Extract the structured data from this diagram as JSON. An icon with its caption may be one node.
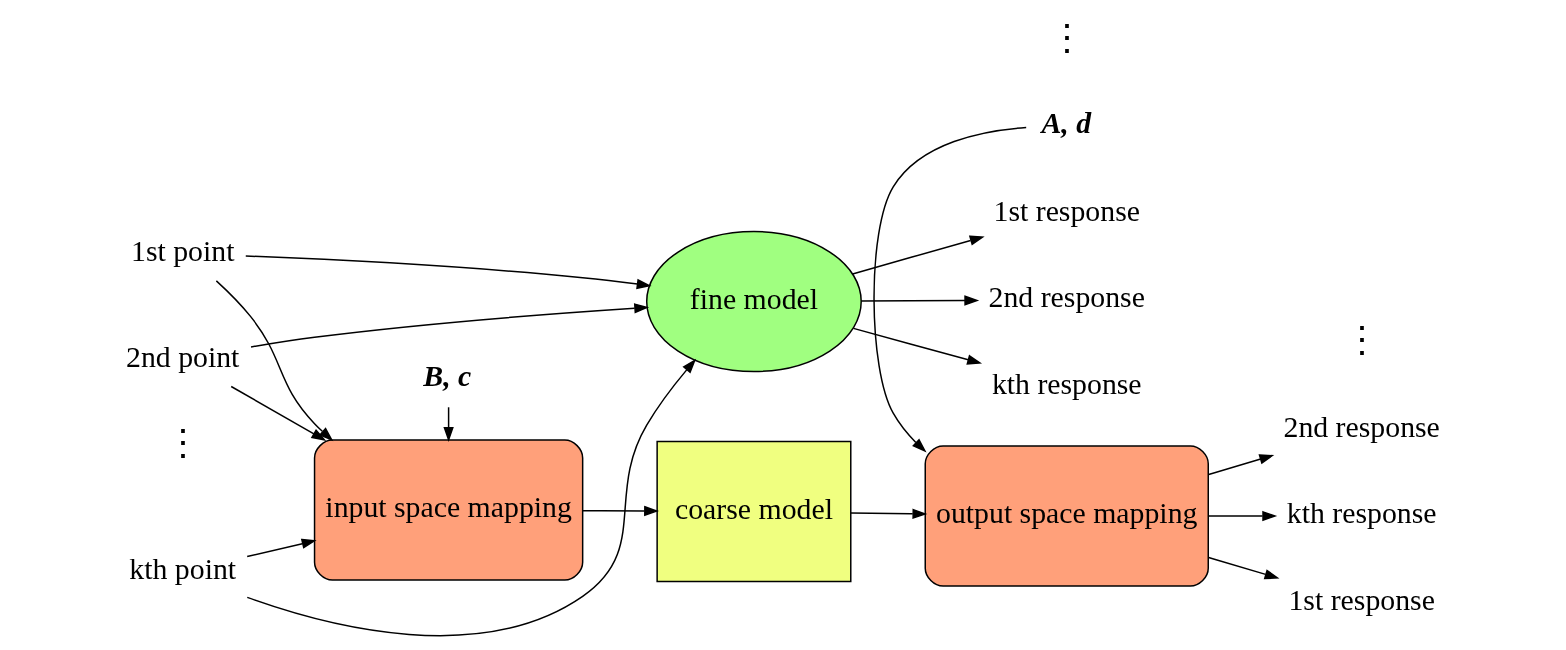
{
  "diagram": {
    "nodes": [
      {
        "text": [
          "1st point"
        ]
      },
      {
        "text": [
          "2nd point"
        ]
      },
      {
        "text": [
          "kth point"
        ]
      },
      {
        "text": [
          "input space mapping"
        ]
      },
      {
        "text": [
          "coarse model"
        ]
      },
      {
        "text": [
          "output space mapping"
        ]
      },
      {
        "text": [
          "B, c"
        ]
      },
      {
        "text": [
          "A, d"
        ]
      },
      {
        "text": [
          "fine model"
        ]
      },
      {
        "text": [
          "1st response"
        ]
      },
      {
        "text": [
          "2nd response"
        ]
      },
      {
        "text": [
          "kth response"
        ]
      },
      {
        "text": [
          "1st response"
        ]
      },
      {
        "text": [
          "2nd response"
        ]
      },
      {
        "text": [
          "kth response"
        ]
      }
    ],
    "edges": [
      {
        "from": 0,
        "to": 3,
        "arrow": "to"
      },
      {
        "from": 1,
        "to": 3,
        "arrow": "to"
      },
      {
        "from": 2,
        "to": 3,
        "arrow": "to"
      },
      {
        "from": 0,
        "to": 8,
        "arrow": "to"
      },
      {
        "from": 1,
        "to": 8,
        "arrow": "to"
      },
      {
        "from": 2,
        "to": 8,
        "arrow": "to"
      },
      {
        "from": 3,
        "to": 4,
        "arrow": "to"
      },
      {
        "from": 4,
        "to": 5,
        "arrow": "to"
      },
      {
        "from": 6,
        "to": 3,
        "arrow": "to"
      },
      {
        "from": 7,
        "to": 5,
        "arrow": "to"
      },
      {
        "from": 5,
        "to": 9,
        "arrow": "to"
      },
      {
        "from": 5,
        "to": 10,
        "arrow": "to"
      },
      {
        "from": 5,
        "to": 11,
        "arrow": "to"
      },
      {
        "from": 8,
        "to": 12,
        "arrow": "to"
      },
      {
        "from": 8,
        "to": 13,
        "arrow": "to"
      },
      {
        "from": 8,
        "to": 14,
        "arrow": "to"
      }
    ],
    "labels": [
      "⋮",
      "⋮",
      "⋮"
    ]
  }
}
